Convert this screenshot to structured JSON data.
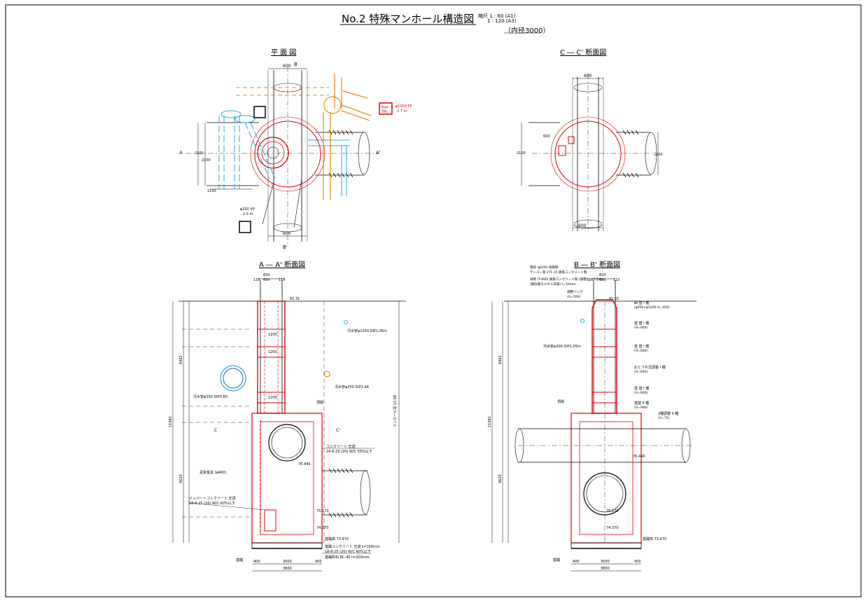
{
  "drawing": {
    "title": "No.2 特殊マンホール構造図",
    "scale_label": "縮尺",
    "scale_a1": "1 : 60 (A1)",
    "scale_a3": "1 : 120 (A3)",
    "inner_diameter": "（内径3000）"
  },
  "views": {
    "plan": "平 面 図",
    "section_cc": "C ― C' 断面図",
    "section_aa": "A ― A' 断面図",
    "section_bb": "B ― B' 断面図"
  },
  "plan": {
    "top_dim": "600",
    "bottom_dim": "600",
    "left_dim1": "2100",
    "left_dim2": "2100",
    "left_dim3": "1150",
    "mark_b_top": "B",
    "mark_b_bottom": "B'",
    "mark_a_left": "A",
    "mark_a_right": "A'",
    "red_box_1": "TGH",
    "red_box_2": "TM",
    "red_note_1": "φ1000 FP",
    "red_note_2": "2.7 m",
    "note_pipe": "φ250 VP",
    "note_len": "2.5 m"
  },
  "section_cc": {
    "top_dim": "600",
    "bottom_dim": "600",
    "left_dim1": "2100",
    "left_dim2": "2100",
    "note": "600"
  },
  "section_aa": {
    "top_dims": [
      "820",
      "110",
      "600",
      "110"
    ],
    "ground_level": "82.31",
    "label_pipe1": "汚水管φ1200 DIP1.05m",
    "label_pipe2": "汚水管φ350 DIP2.80",
    "label_pipe3": "汚水管φ250 DIP2.94",
    "label_vertical": "マンホール深 11.08",
    "inner_dims": [
      "1200",
      "1200",
      "1200"
    ],
    "label_top_slab": "頂版",
    "label_concrete": "コンクリート 圧送",
    "label_concrete2": "24-8-25 (20) W/C 55%以下",
    "label_stair": "足掛金具 (φ400)",
    "label_invert": "インバートコンクリート 圧送",
    "label_invert2": "18-8-25 (20) W/C 60%以下",
    "level_1": "76.440",
    "level_2": "75.170",
    "level_3": "74.370",
    "label_base_level": "基礎高 73.970",
    "label_base_conc": "基礎コンクリート 圧送 t=100mm",
    "label_base_conc2": "18-8-25 (20) W/C 60%以下",
    "label_base_gravel": "基礎砕石 RC-40 t=200mm",
    "bottom_dims": [
      "400",
      "3000",
      "400"
    ],
    "bottom_total": "3800",
    "left_total": "11082",
    "left_sub": [
      "6462",
      "4620"
    ],
    "label_bottom_left": "基礎",
    "label_c": "C",
    "label_c2": "C'"
  },
  "section_bb": {
    "top_dims": [
      "820",
      "110",
      "600",
      "110"
    ],
    "note_1": "蓋枠 (φ600) 鋳鉄製",
    "note_2": "テーパー管 2TF-35 鉄筋コンクリート製",
    "note_3": "斜壁 (T-600) 鉄筋コンクリート製 (調整リング含む)",
    "note_4": "(無収縮モルタル充填) t=50mm",
    "note_5": "調整リング",
    "note_6": "(H=100)",
    "ground_level": "82.31",
    "label_pipe": "汚水管φ300 DIP1.05m",
    "right_labels": [
      "斜 壁 I 種",
      "直 壁 I 種",
      "直 壁 I 種",
      "おとうれ式調整 I 種",
      "直 壁 I 種",
      "直壁 II 種",
      "2種調整 II 種"
    ],
    "right_subs": [
      "(φ900×φ1200 H=450)",
      "(H=900)",
      "(H=600)",
      "(H=600)",
      "(H=900)",
      "(H=900)",
      "(H=75)"
    ],
    "level_1": "76.440",
    "level_2": "75.170",
    "level_3": "74.370",
    "label_base_level": "基礎高 73.970",
    "bottom_dims": [
      "400",
      "3000",
      "400"
    ],
    "bottom_total": "3800",
    "left_total": "11082",
    "left_sub": [
      "6462",
      "4620"
    ],
    "label_top_slab": "頂版",
    "label_bottom_left": "基礎"
  },
  "colors": {
    "line": "#000000",
    "red": "#e00000",
    "cyan": "#2aa8d8",
    "orange": "#e88a10",
    "blue": "#1e5fd8"
  }
}
